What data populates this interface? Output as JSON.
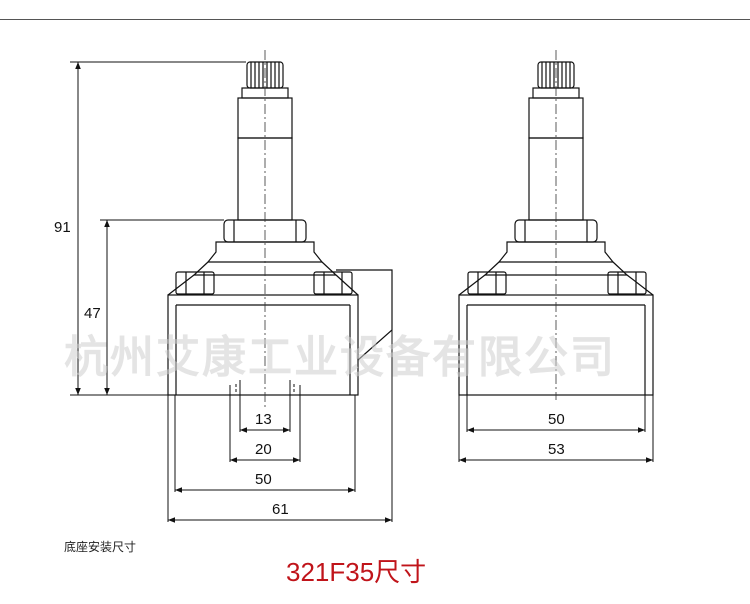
{
  "watermark": "杭州艾康工业设备有限公司",
  "caption": "底座安装尺寸",
  "title": "321F35尺寸",
  "dimensions": {
    "height_total": "91",
    "height_lower": "47",
    "hole_inner": "13",
    "hole_outer": "20",
    "base_inner": "50",
    "base_outer": "61",
    "side_inner": "50",
    "side_outer": "53"
  }
}
